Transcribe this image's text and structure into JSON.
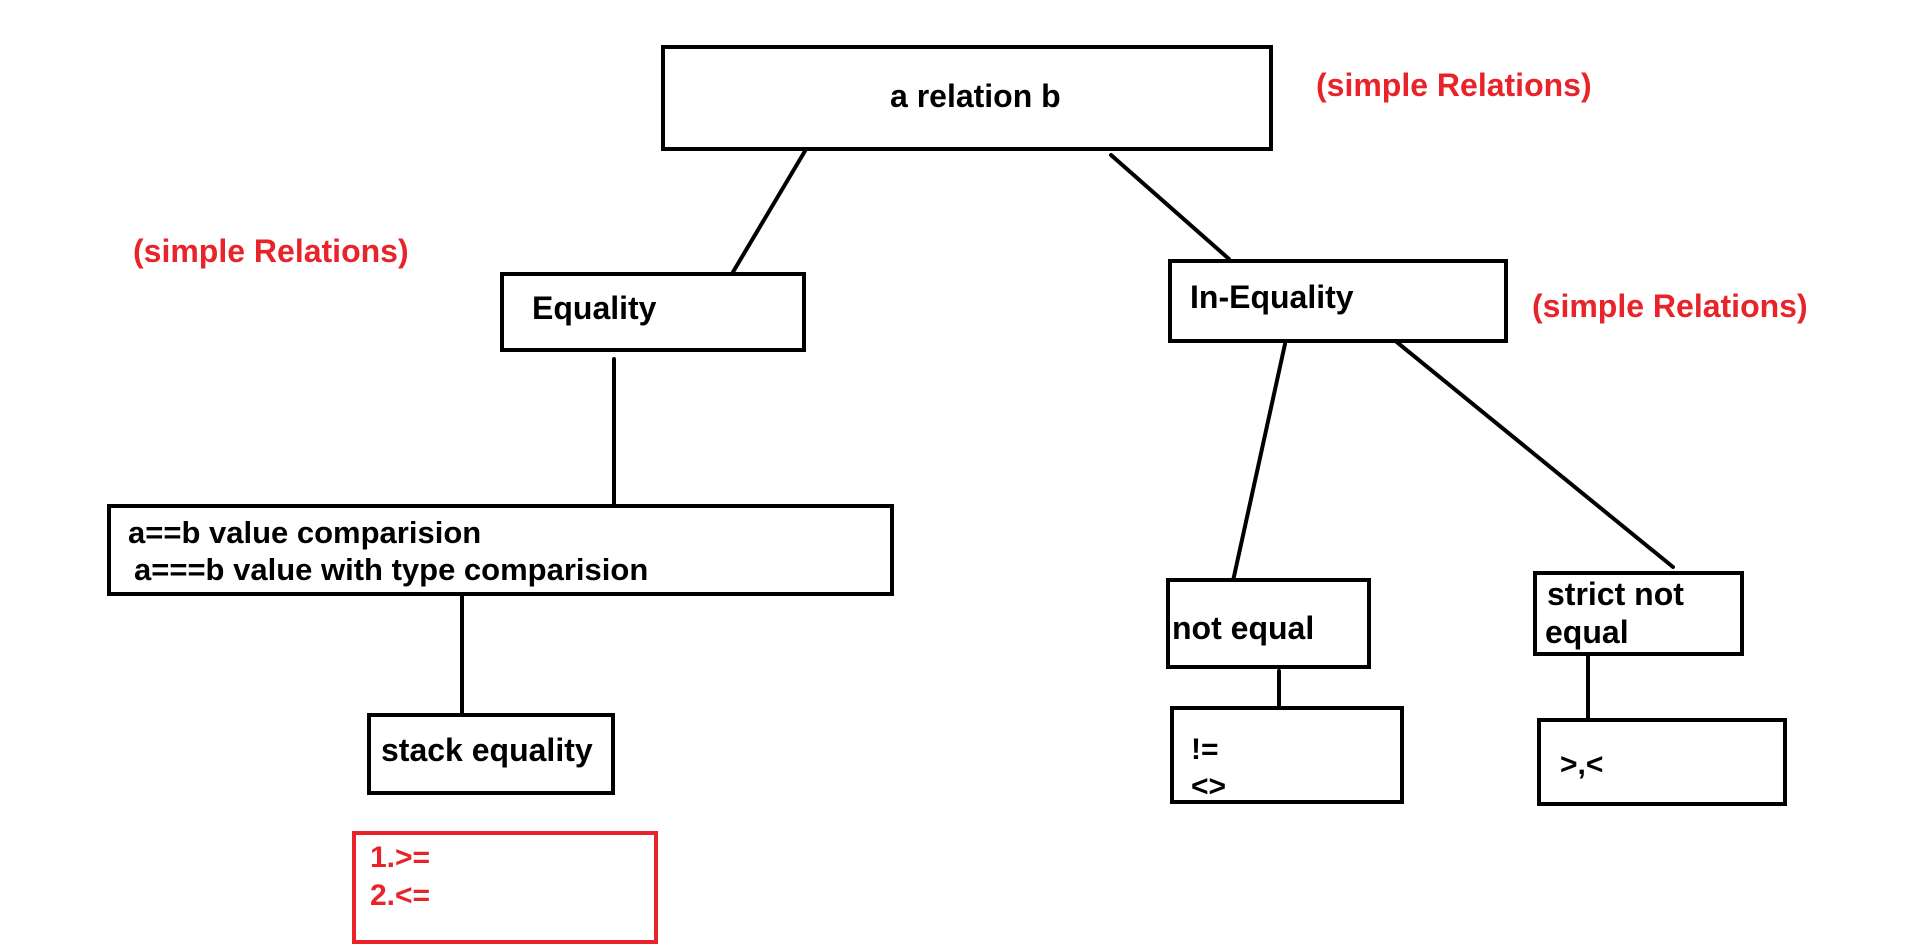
{
  "diagram": {
    "root": {
      "label": "a relation b"
    },
    "equality": {
      "label": "Equality"
    },
    "inequality": {
      "label": "In-Equality"
    },
    "comparison": {
      "line1": "a==b value comparision",
      "line2": "a===b value with type comparision"
    },
    "stack_equality": {
      "label": "stack equality"
    },
    "stack_list": {
      "line1": "1.>=",
      "line2": "2.<="
    },
    "not_equal": {
      "label": "not equal"
    },
    "not_equal_ops": {
      "line1": "!=",
      "line2": "<>"
    },
    "strict_not_equal": {
      "line1": "strict not",
      "line2": "equal"
    },
    "strict_ops": {
      "label": ">,<"
    },
    "annotations": {
      "top_right": "(simple Relations)",
      "left": "(simple Relations)",
      "right": "(simple Relations)"
    },
    "colors": {
      "line": "#000000",
      "accent_red": "#e8232a"
    }
  }
}
